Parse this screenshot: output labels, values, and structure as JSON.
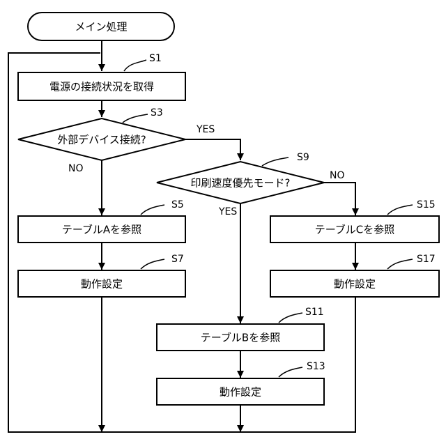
{
  "start": {
    "label": "メイン処理"
  },
  "steps": {
    "s1": {
      "id": "S1",
      "label": "電源の接続状況を取得"
    },
    "s3": {
      "id": "S3",
      "label": "外部デバイス接続?"
    },
    "s5": {
      "id": "S5",
      "label": "テーブルAを参照"
    },
    "s7": {
      "id": "S7",
      "label": "動作設定"
    },
    "s9": {
      "id": "S9",
      "label": "印刷速度優先モード?"
    },
    "s11": {
      "id": "S11",
      "label": "テーブルBを参照"
    },
    "s13": {
      "id": "S13",
      "label": "動作設定"
    },
    "s15": {
      "id": "S15",
      "label": "テーブルCを参照"
    },
    "s17": {
      "id": "S17",
      "label": "動作設定"
    }
  },
  "branches": {
    "s3_yes": "YES",
    "s3_no": "NO",
    "s9_yes": "YES",
    "s9_no": "NO"
  }
}
